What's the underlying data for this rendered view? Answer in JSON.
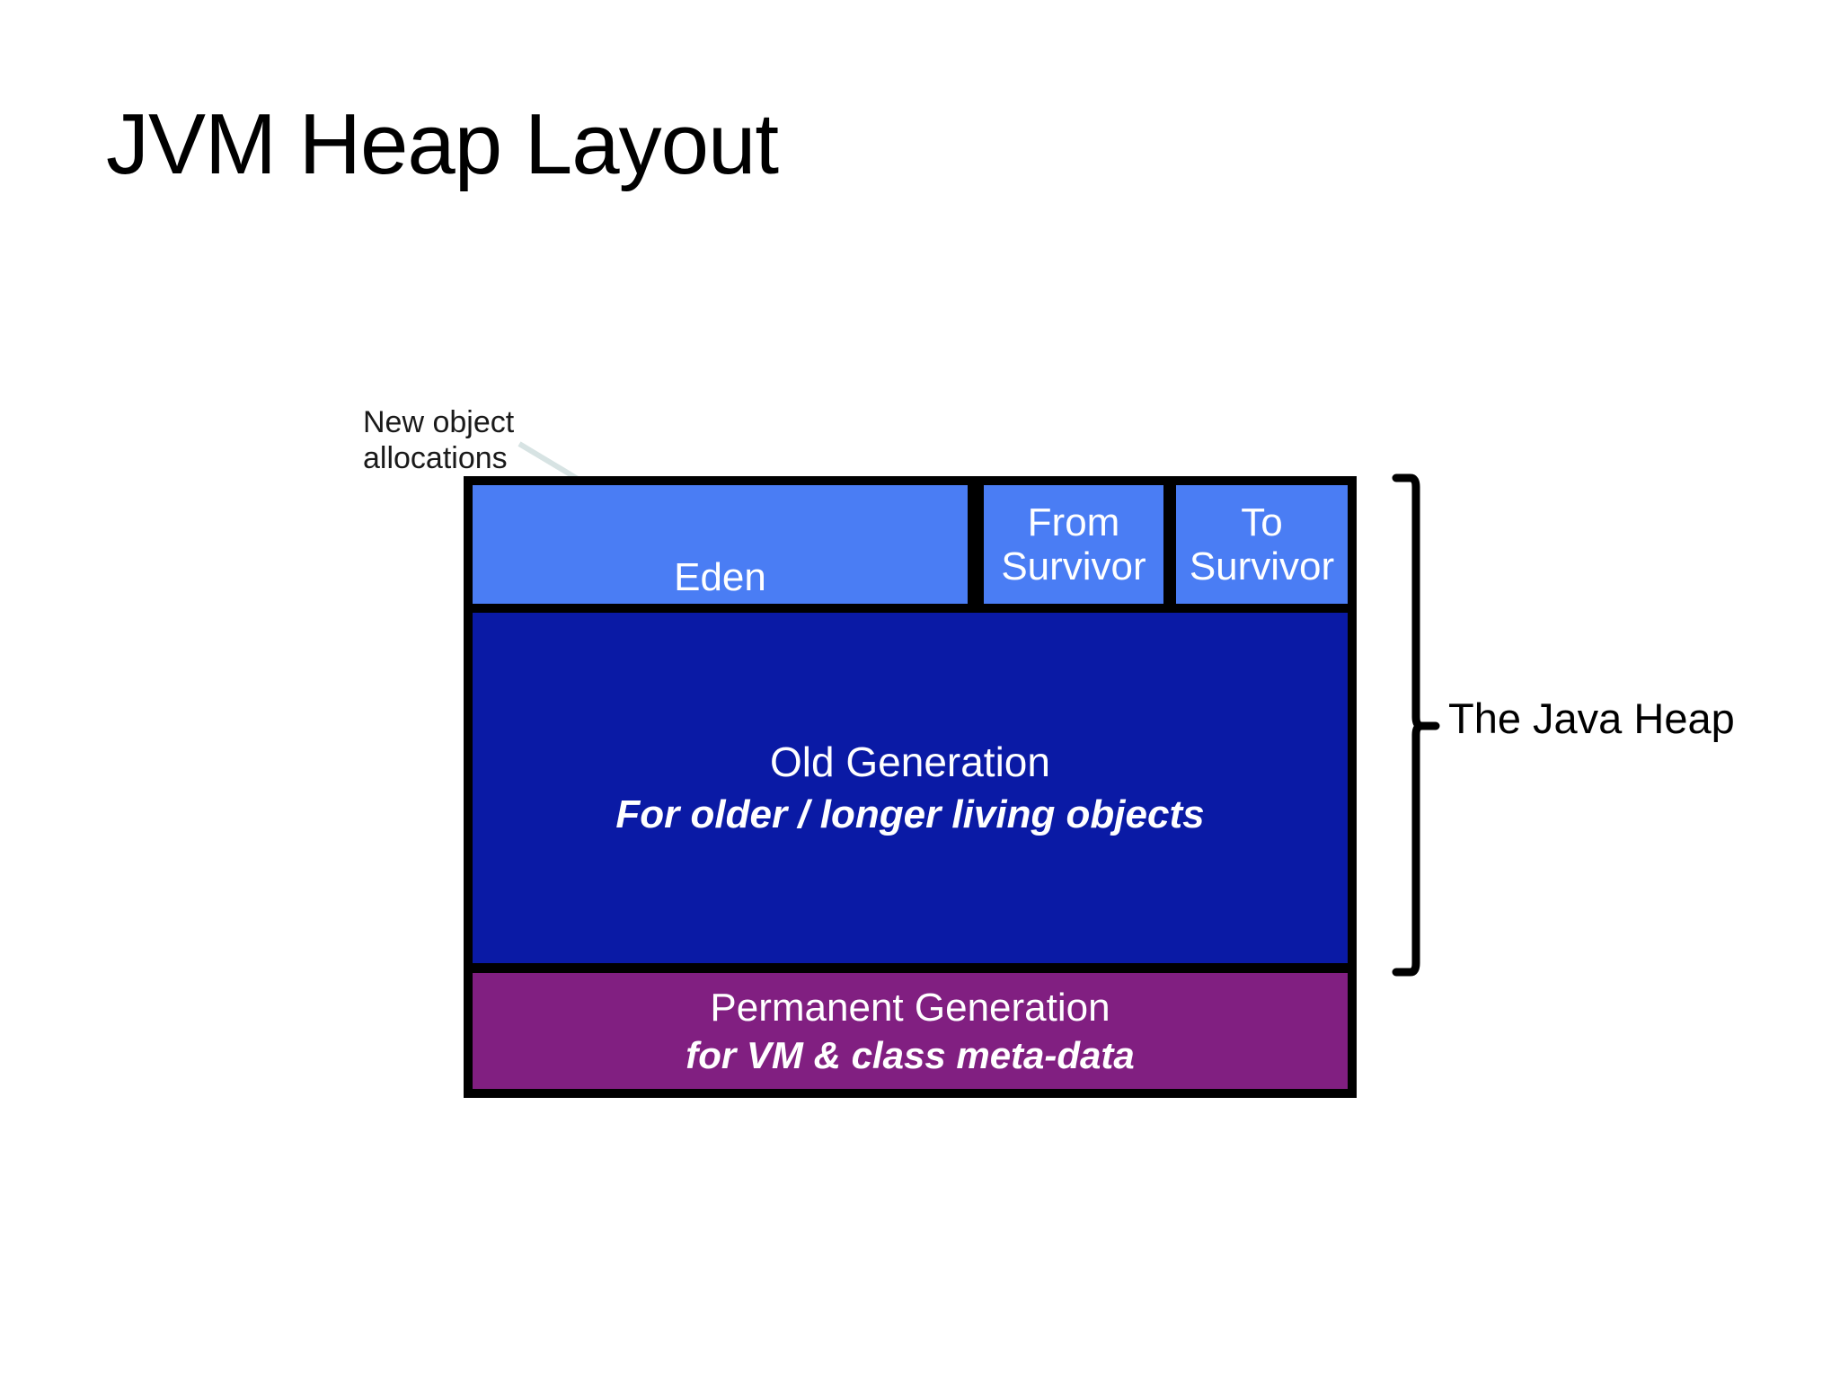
{
  "slide": {
    "title": "JVM Heap Layout",
    "background_color": "#ffffff",
    "title_color": "#000000"
  },
  "diagram": {
    "name": "jvm-heap-layout-diagram",
    "frame_color": "#000000",
    "annotation": {
      "text": "New object\nallocations",
      "color": "#1a1a1a",
      "arrow_color": "#d7e3e3",
      "arrow_target": "Eden"
    },
    "young_generation": {
      "blocks": [
        {
          "id": "eden",
          "label": "Eden",
          "color": "#4a7df4",
          "text_color": "#ffffff"
        },
        {
          "id": "from-survivor",
          "label": "From\nSurvivor",
          "color": "#4a7df4",
          "text_color": "#ffffff"
        },
        {
          "id": "to-survivor",
          "label": "To\nSurvivor",
          "color": "#4a7df4",
          "text_color": "#ffffff"
        }
      ]
    },
    "old_generation": {
      "id": "old-gen",
      "label": "Old Generation",
      "sublabel": "For older / longer living objects",
      "color": "#0a1aa5",
      "text_color": "#ffffff"
    },
    "permanent_generation": {
      "id": "perm-gen",
      "label": "Permanent Generation",
      "sublabel": "for VM & class meta-data",
      "color": "#811f81",
      "text_color": "#ffffff"
    },
    "bracket": {
      "label": "The Java Heap",
      "color": "#000000",
      "spans": [
        "Eden",
        "From Survivor",
        "To Survivor",
        "Old Generation"
      ]
    }
  }
}
